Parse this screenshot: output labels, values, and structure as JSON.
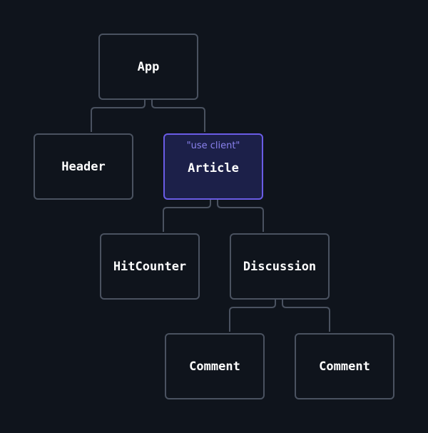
{
  "tree": {
    "app": {
      "label": "App"
    },
    "header": {
      "label": "Header"
    },
    "article": {
      "label": "Article",
      "tag": "\"use client\""
    },
    "hitcounter": {
      "label": "HitCounter"
    },
    "discussion": {
      "label": "Discussion"
    },
    "comments": [
      {
        "label": "Comment"
      },
      {
        "label": "Comment"
      }
    ]
  },
  "colors": {
    "background": "#0f141c",
    "node_border": "#4a5260",
    "connector": "#4a5260",
    "client_border": "#6a5ce6",
    "client_fill": "#1c2049",
    "client_tag": "#8a82ee",
    "text": "#ffffff"
  }
}
